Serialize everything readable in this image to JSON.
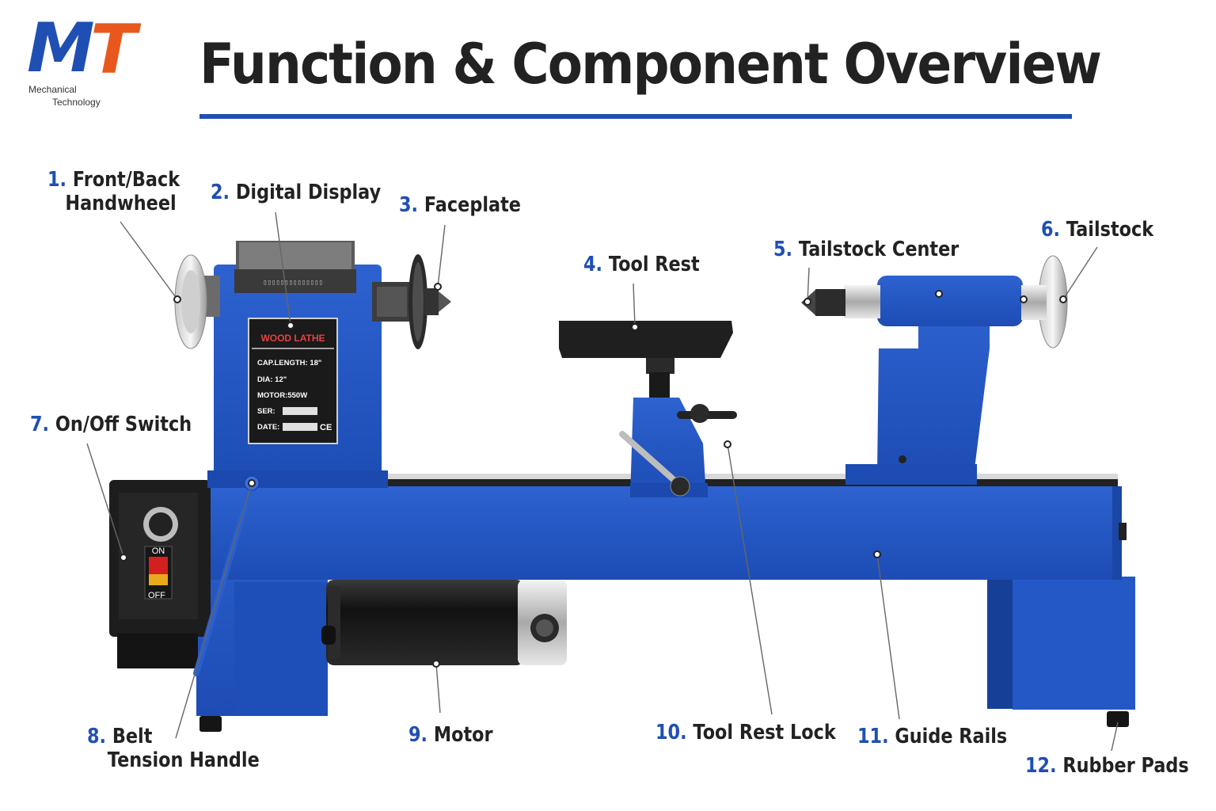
{
  "header": {
    "title": "Function & Component Overview",
    "logo_mark_m": "M",
    "logo_mark_t": "T",
    "logo_line1": "Mechanical",
    "logo_line2": "Technology"
  },
  "colors": {
    "brand_blue": "#1f4fb3",
    "brand_orange": "#e8581c",
    "machine_blue": "#2356c4",
    "text_dark": "#222222"
  },
  "nameplate": {
    "heading": "WOOD LATHE",
    "lines": [
      "CAP.LENGTH: 18\"",
      "DIA: 12\"",
      "MOTOR:550W",
      "SER:",
      "DATE:"
    ],
    "mark": "CE"
  },
  "switch": {
    "on": "ON",
    "off": "OFF"
  },
  "components": [
    {
      "num": "1.",
      "name": "Front/Back",
      "name2": "Handwheel"
    },
    {
      "num": "2.",
      "name": "Digital Display"
    },
    {
      "num": "3.",
      "name": "Faceplate"
    },
    {
      "num": "4.",
      "name": "Tool Rest"
    },
    {
      "num": "5.",
      "name": "Tailstock Center"
    },
    {
      "num": "6.",
      "name": "Tailstock"
    },
    {
      "num": "7.",
      "name": "On/Off Switch"
    },
    {
      "num": "8.",
      "name": "Belt",
      "name2": "Tension Handle"
    },
    {
      "num": "9.",
      "name": "Motor"
    },
    {
      "num": "10.",
      "name": "Tool Rest Lock"
    },
    {
      "num": "11.",
      "name": "Guide Rails"
    },
    {
      "num": "12.",
      "name": "Rubber Pads"
    }
  ]
}
